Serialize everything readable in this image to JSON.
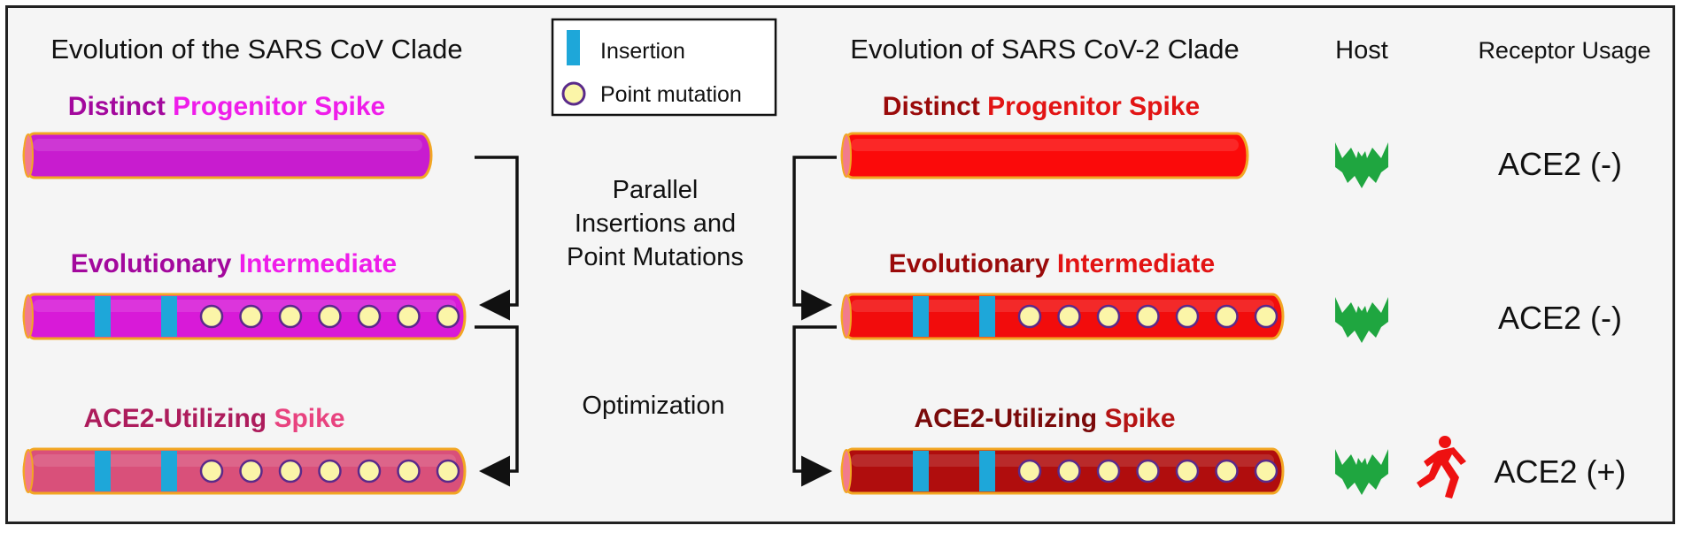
{
  "left_panel": {
    "title": "Evolution of the SARS CoV Clade",
    "rows": [
      {
        "label_a": "Distinct ",
        "label_b": "Progenitor Spike",
        "color_a": "#a3089d",
        "color_b": "#ef1dea"
      },
      {
        "label_a": "Evolutionary ",
        "label_b": "Intermediate",
        "color_a": "#a3089d",
        "color_b": "#ef1dea"
      },
      {
        "label_a": "ACE2-Utilizing ",
        "label_b": "Spike",
        "color_a": "#ad1c5c",
        "color_b": "#e8437f"
      }
    ]
  },
  "right_panel": {
    "title": "Evolution of SARS CoV-2 Clade",
    "host_header": "Host",
    "receptor_header": "Receptor Usage",
    "rows": [
      {
        "label_a": "Distinct ",
        "label_b": "Progenitor Spike",
        "color_a": "#9a0a0a",
        "color_b": "#e21414",
        "receptor": "ACE2 (-)",
        "hosts": [
          "bat-icon"
        ]
      },
      {
        "label_a": "Evolutionary ",
        "label_b": "Intermediate",
        "color_a": "#9a0a0a",
        "color_b": "#e21414",
        "receptor": "ACE2 (-)",
        "hosts": [
          "bat-icon"
        ]
      },
      {
        "label_a": "ACE2-Utilizing ",
        "label_b": "Spike",
        "color_a": "#7a0a0a",
        "color_b": "#b51414",
        "receptor": "ACE2 (+)",
        "hosts": [
          "bat-icon",
          "human-running-icon"
        ]
      }
    ]
  },
  "legend": {
    "insertion": "Insertion",
    "point_mutation": "Point mutation"
  },
  "middle": {
    "parallel_lines": [
      "Parallel",
      "Insertions and",
      "Point Mutations"
    ],
    "optimization": "Optimization"
  },
  "colors": {
    "left_spike_1": "#c81ccf",
    "left_spike_2": "#d81ad8",
    "left_spike_3": "#d9507a",
    "right_spike_1": "#fb0a0a",
    "right_spike_2": "#f20c0c",
    "right_spike_3": "#b00d0d",
    "insertion": "#1ea7d9",
    "mutation_fill": "#fbf5a8",
    "mutation_stroke": "#5a2a8a",
    "bat": "#1fa640",
    "human": "#ee1111",
    "outline": "#f2a623"
  }
}
